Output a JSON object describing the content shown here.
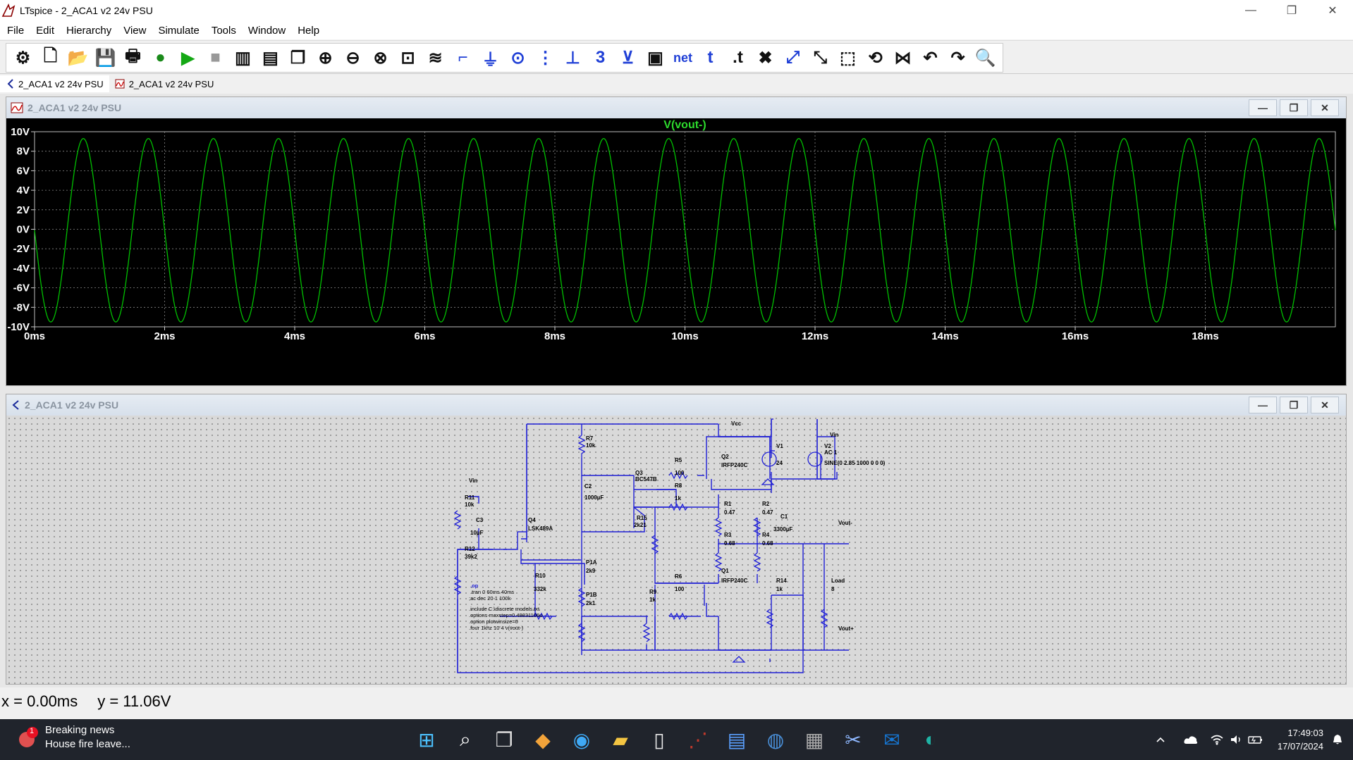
{
  "window": {
    "title": "LTspice - 2_ACA1 v2 24v PSU"
  },
  "menu": [
    "File",
    "Edit",
    "Hierarchy",
    "View",
    "Simulate",
    "Tools",
    "Window",
    "Help"
  ],
  "toolbar": {
    "icons": [
      "gear-icon",
      "new-schematic-icon",
      "open-icon",
      "save-icon",
      "print-icon",
      "ac-analysis-icon",
      "run-icon",
      "stop-icon",
      "tile-vertical-icon",
      "tile-horizontal-icon",
      "cascade-icon",
      "zoom-in-icon",
      "zoom-out-icon",
      "zoom-fit-icon",
      "zoom-back-icon",
      "autorange-icon",
      "wire-icon",
      "ground-icon",
      "label-icon",
      "resistor-icon",
      "capacitor-icon",
      "inductor-icon",
      "diode-icon",
      "component-icon",
      "net-icon",
      "text-icon",
      "spice-directive-icon",
      "delete-icon",
      "copy-icon",
      "move-icon",
      "drag-icon",
      "rotate-icon",
      "mirror-icon",
      "undo-icon",
      "redo-icon",
      "find-icon"
    ],
    "net_label": "net",
    "text_label": "t",
    "directive_label": ".t"
  },
  "tabs": [
    {
      "label": "2_ACA1 v2 24v PSU",
      "kind": "schematic"
    },
    {
      "label": "2_ACA1 v2 24v PSU",
      "kind": "waveform"
    }
  ],
  "plot_window": {
    "title": "2_ACA1 v2 24v PSU"
  },
  "schematic_window": {
    "title": "2_ACA1 v2 24v PSU"
  },
  "chart_data": {
    "type": "line",
    "title": "V(vout-)",
    "series": [
      {
        "name": "V(vout-)",
        "color": "#00c000",
        "shape": "sine",
        "amplitude": 9.4,
        "offset": -0.1,
        "frequency_khz": 1.0,
        "phase_deg": 180
      }
    ],
    "x_ticks": [
      "0ms",
      "2ms",
      "4ms",
      "6ms",
      "8ms",
      "10ms",
      "12ms",
      "14ms",
      "16ms",
      "18ms"
    ],
    "y_ticks": [
      "10V",
      "8V",
      "6V",
      "4V",
      "2V",
      "0V",
      "-2V",
      "-4V",
      "-6V",
      "-8V",
      "-10V"
    ],
    "xlim": [
      0,
      20
    ],
    "ylim": [
      -10,
      10
    ],
    "grid": true
  },
  "schematic": {
    "labels": {
      "vcc": "Vcc",
      "vin_top": "Vin",
      "vin_left": "Vin",
      "vout_minus": "Vout-",
      "vout_plus": "Vout+",
      "r7": "R7",
      "r7v": "10k",
      "r5": "R5",
      "r5v": "100",
      "q2": "Q2",
      "q2v": "IRFP240C",
      "v1": "V1",
      "v1v": "24",
      "v2": "V2",
      "v2ac": "AC 1",
      "v2v": "SINE(0 2.85 1000 0 0 0)",
      "q3": "Q3",
      "q3v": "BC547B",
      "r8": "R8",
      "r8v": "1k",
      "c2": "C2",
      "c2v": "1000µF",
      "r11": "R11",
      "r11v": "10k",
      "c3": "C3",
      "c3v": "10µF",
      "q4": "Q4",
      "q4v": "LSK489A",
      "r15": "R15",
      "r15v": "2k21",
      "r1": "R1",
      "r1v": "0.47",
      "r2": "R2",
      "r2v": "0.47",
      "c1": "C1",
      "c1v": "3300µF",
      "r3": "R3",
      "r3v": "0.68",
      "r4": "R4",
      "r4v": "0.68",
      "r12": "R12",
      "r12v": "39k2",
      "p1a": "P1A",
      "p1av": "2k9",
      "q1": "Q1",
      "q1v": "IRFP240C",
      "r14": "R14",
      "r14v": "1k",
      "load": "Load",
      "loadv": "8",
      "r10": "R10",
      "r10v": "332k",
      "r6": "R6",
      "r6v": "100",
      "r9": "R9",
      "r9v": "1k",
      "p1b": "P1B",
      "p1bv": "2k1"
    },
    "directives": [
      ".op",
      ".tran 0 60ms 40ms",
      ";ac dec 20 1 100k",
      ".include C:\\discrete models.txt",
      ".options maxstep=0.48831106u",
      ".option plotwinsize=0",
      ".four 1khz 10 4 v(vout-)"
    ]
  },
  "status": {
    "x": "x = 0.00ms",
    "y": "y = 11.06V"
  },
  "taskbar": {
    "news_title": "Breaking news",
    "news_sub": "House fire leave...",
    "news_badge": "1",
    "apps": [
      "windows-start-icon",
      "search-icon",
      "task-view-icon",
      "copilot-icon",
      "edge-sync-icon",
      "file-explorer-icon",
      "notepad-icon",
      "ltspice-icon",
      "notes-icon",
      "browser-icon",
      "calculator-icon",
      "snipping-tool-icon",
      "outlook-icon",
      "edge-icon"
    ],
    "time": "17:49:03",
    "date": "17/07/2024"
  }
}
